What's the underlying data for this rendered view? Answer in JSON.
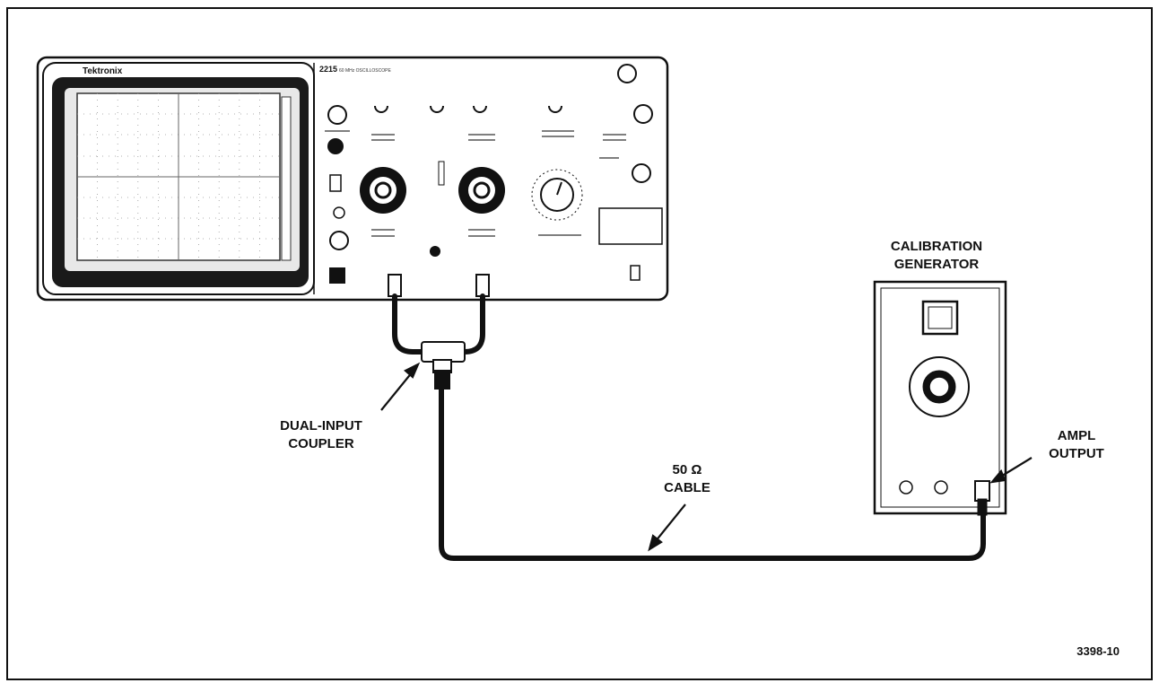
{
  "oscilloscope": {
    "brand": "Tektronix",
    "model": "2215",
    "model_subtitle": "60 MHz OSCILLOSCOPE"
  },
  "labels": {
    "calibration_generator_line1": "CALIBRATION",
    "calibration_generator_line2": "GENERATOR",
    "dual_input_coupler_line1": "DUAL-INPUT",
    "dual_input_coupler_line2": "COUPLER",
    "cable_line1": "50 Ω",
    "cable_line2": "CABLE",
    "ampl_output_line1": "AMPL",
    "ampl_output_line2": "OUTPUT"
  },
  "figure_number": "3398-10",
  "colors": {
    "ink": "#111111",
    "paper": "#ffffff"
  }
}
